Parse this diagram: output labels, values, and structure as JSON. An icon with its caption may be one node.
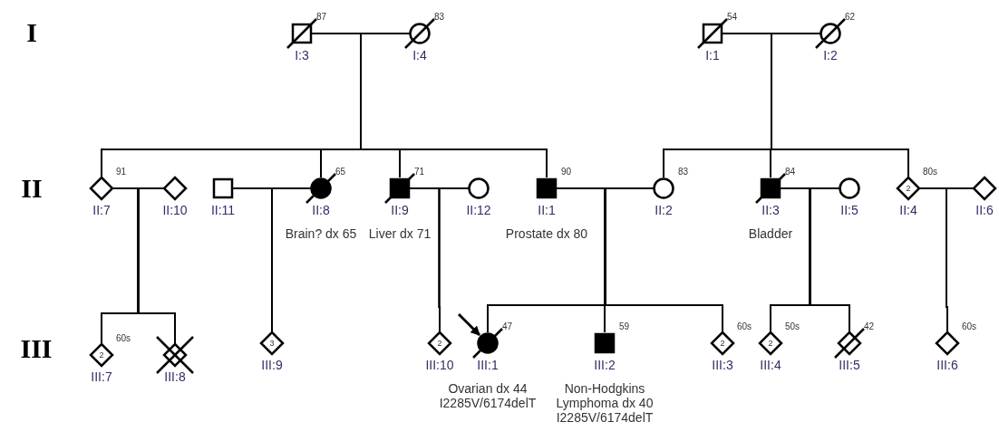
{
  "diagram": {
    "nodes": [
      {
        "text": [],
        "shape": "square",
        "beside": [
          "87",
          "I:3"
        ]
      },
      {
        "text": [],
        "shape": "circle",
        "beside": [
          "83",
          "I:4"
        ]
      },
      {
        "text": [],
        "shape": "square",
        "beside": [
          "54",
          "I:1"
        ]
      },
      {
        "text": [],
        "shape": "circle",
        "beside": [
          "62",
          "I:2"
        ]
      },
      {
        "text": [],
        "shape": "diamond",
        "beside": [
          "91",
          "II:7"
        ]
      },
      {
        "text": [],
        "shape": "diamond",
        "beside": [
          "II:10"
        ]
      },
      {
        "text": [],
        "shape": "square",
        "beside": [
          "II:11"
        ]
      },
      {
        "text": [],
        "shape": "circle",
        "beside": [
          "65",
          "II:8",
          "Brain? dx 65"
        ]
      },
      {
        "text": [],
        "shape": "square",
        "beside": [
          "71",
          "II:9",
          "Liver dx 71"
        ]
      },
      {
        "text": [],
        "shape": "circle",
        "beside": [
          "II:12"
        ]
      },
      {
        "text": [],
        "shape": "square",
        "beside": [
          "90",
          "II:1",
          "Prostate dx 80"
        ]
      },
      {
        "text": [],
        "shape": "circle",
        "beside": [
          "83",
          "II:2"
        ]
      },
      {
        "text": [],
        "shape": "square",
        "beside": [
          "84",
          "II:3",
          "Bladder"
        ]
      },
      {
        "text": [],
        "shape": "circle",
        "beside": [
          "II:5"
        ]
      },
      {
        "text": [
          "2"
        ],
        "beside": [
          "80s",
          "II:4"
        ]
      },
      {
        "text": [],
        "shape": "diamond",
        "beside": [
          "II:6"
        ]
      },
      {
        "text": [
          "2"
        ],
        "beside": [
          "60s",
          "III:7"
        ]
      },
      {
        "text": [],
        "shape": "diamond",
        "beside": [
          "III:8"
        ]
      },
      {
        "text": [
          "3"
        ],
        "beside": [
          "III:9"
        ]
      },
      {
        "text": [
          "2"
        ],
        "beside": [
          "III:10"
        ]
      },
      {
        "text": [],
        "shape": "circle",
        "beside": [
          "47",
          "III:1",
          "Ovarian dx 44 I2285V/6174delT"
        ]
      },
      {
        "text": [],
        "shape": "square",
        "beside": [
          "59",
          "III:2",
          "Non-Hodgkins Lymphoma dx 40 I2285V/6174delT"
        ]
      },
      {
        "text": [
          "2"
        ],
        "beside": [
          "60s",
          "III:3"
        ]
      },
      {
        "text": [
          "2"
        ],
        "beside": [
          "50s",
          "III:4"
        ]
      },
      {
        "text": [],
        "shape": "diamond",
        "beside": [
          "42",
          "III:5"
        ]
      },
      {
        "text": [],
        "shape": "diamond",
        "beside": [
          "60s",
          "III:6"
        ]
      }
    ],
    "edges": [
      {
        "from": 0,
        "to": 1,
        "arrow": "none"
      },
      {
        "from": 0,
        "to": 4,
        "arrow": "none"
      },
      {
        "from": 1,
        "to": 4,
        "arrow": "none"
      },
      {
        "from": 0,
        "to": 7,
        "arrow": "none"
      },
      {
        "from": 1,
        "to": 7,
        "arrow": "none"
      },
      {
        "from": 0,
        "to": 8,
        "arrow": "none"
      },
      {
        "from": 1,
        "to": 8,
        "arrow": "none"
      },
      {
        "from": 0,
        "to": 10,
        "arrow": "none"
      },
      {
        "from": 1,
        "to": 10,
        "arrow": "none"
      },
      {
        "from": 2,
        "to": 3,
        "arrow": "none"
      },
      {
        "from": 2,
        "to": 11,
        "arrow": "none"
      },
      {
        "from": 3,
        "to": 11,
        "arrow": "none"
      },
      {
        "from": 2,
        "to": 12,
        "arrow": "none"
      },
      {
        "from": 3,
        "to": 12,
        "arrow": "none"
      },
      {
        "from": 2,
        "to": 14,
        "arrow": "none"
      },
      {
        "from": 3,
        "to": 14,
        "arrow": "none"
      },
      {
        "from": 4,
        "to": 5,
        "arrow": "none"
      },
      {
        "from": 4,
        "to": 16,
        "arrow": "none"
      },
      {
        "from": 5,
        "to": 16,
        "arrow": "none"
      },
      {
        "from": 4,
        "to": 17,
        "arrow": "none"
      },
      {
        "from": 5,
        "to": 17,
        "arrow": "none"
      },
      {
        "from": 6,
        "to": 7,
        "arrow": "none"
      },
      {
        "from": 6,
        "to": 18,
        "arrow": "none"
      },
      {
        "from": 7,
        "to": 18,
        "arrow": "none"
      },
      {
        "from": 8,
        "to": 9,
        "arrow": "none"
      },
      {
        "from": 8,
        "to": 19,
        "arrow": "none"
      },
      {
        "from": 9,
        "to": 19,
        "arrow": "none"
      },
      {
        "from": 10,
        "to": 11,
        "arrow": "none"
      },
      {
        "from": 10,
        "to": 20,
        "arrow": "none"
      },
      {
        "from": 11,
        "to": 20,
        "arrow": "none"
      },
      {
        "from": 10,
        "to": 21,
        "arrow": "none"
      },
      {
        "from": 11,
        "to": 21,
        "arrow": "none"
      },
      {
        "from": 10,
        "to": 22,
        "arrow": "none"
      },
      {
        "from": 11,
        "to": 22,
        "arrow": "none"
      },
      {
        "from": 12,
        "to": 13,
        "arrow": "none"
      },
      {
        "from": 12,
        "to": 23,
        "arrow": "none"
      },
      {
        "from": 13,
        "to": 23,
        "arrow": "none"
      },
      {
        "from": 12,
        "to": 24,
        "arrow": "none"
      },
      {
        "from": 13,
        "to": 24,
        "arrow": "none"
      },
      {
        "from": 14,
        "to": 15,
        "arrow": "none"
      },
      {
        "from": 14,
        "to": 25,
        "arrow": "none"
      },
      {
        "from": 15,
        "to": 25,
        "arrow": "none"
      },
      {
        "from": null,
        "to": 20,
        "arrow": "to"
      }
    ],
    "labels": [
      "I",
      "II",
      "III"
    ]
  }
}
